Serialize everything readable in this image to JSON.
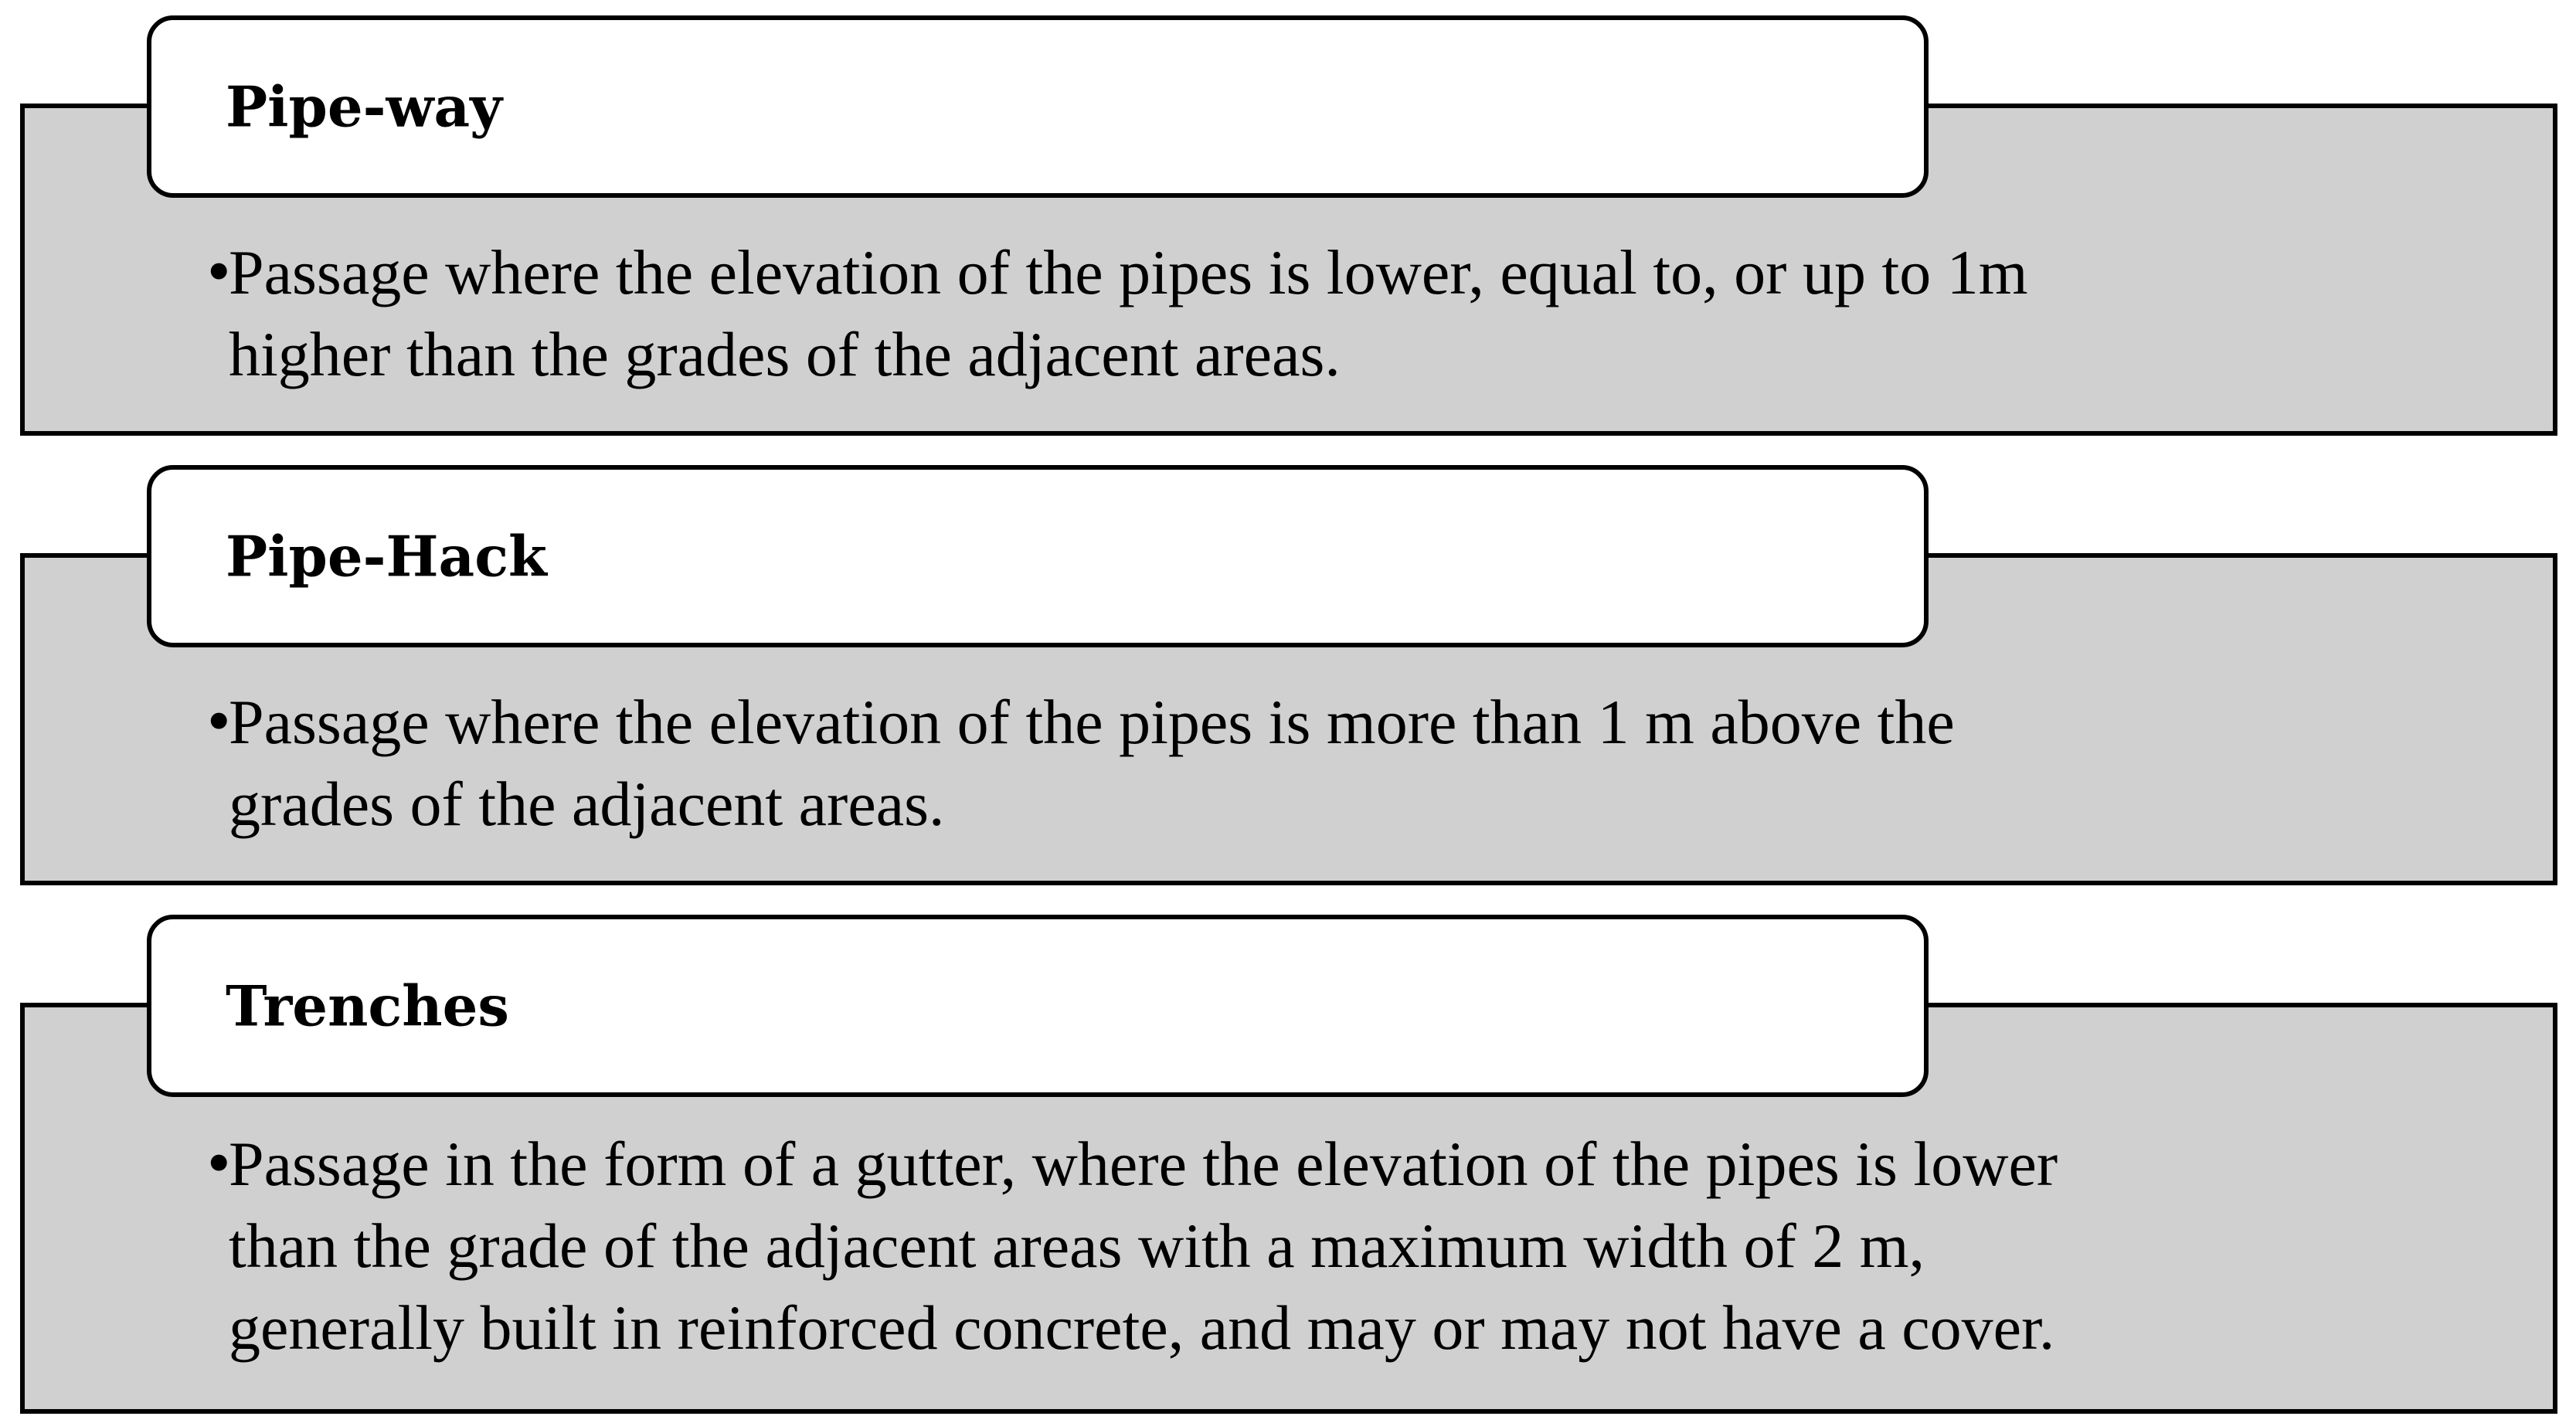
{
  "items": [
    {
      "label": "Pipe-way",
      "description": "Passage where the elevation of the pipes is lower, equal to, or up to 1m\nhigher than the grades of the adjacent areas."
    },
    {
      "label": "Pipe-Hack",
      "description": "Passage where the elevation of the pipes is more than 1 m above the\ngrades of the adjacent areas."
    },
    {
      "label": "Trenches",
      "description": "Passage in the form of a gutter, where the elevation of the pipes is lower\nthan the grade of the adjacent areas with a maximum width of 2 m,\ngenerally built in reinforced concrete, and may or may not have a cover."
    }
  ],
  "colors": {
    "panel_fill": "#d0d0d0",
    "label_fill": "#ffffff",
    "stroke": "#000000"
  }
}
